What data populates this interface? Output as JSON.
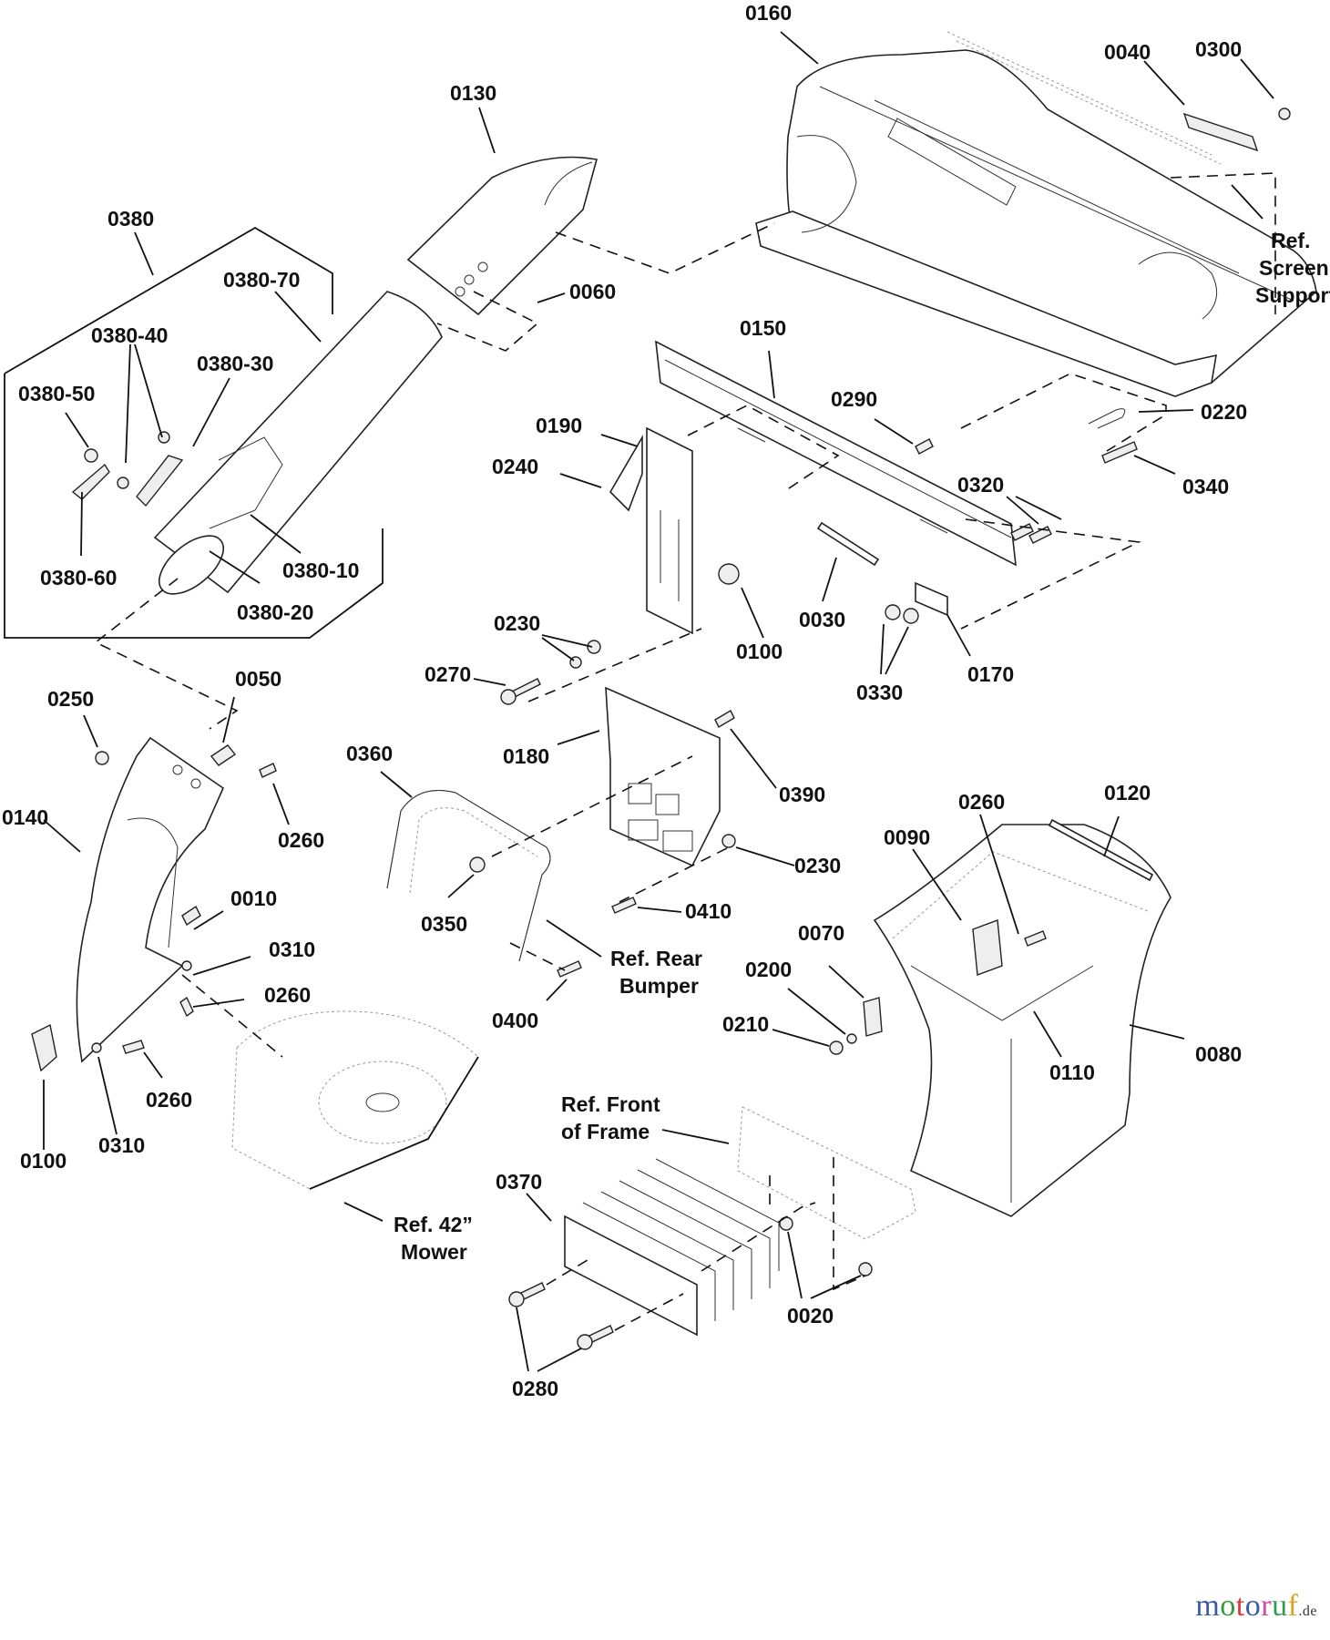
{
  "diagram": {
    "type": "exploded-parts-diagram",
    "subject": "Rear bagger / grass catcher assembly",
    "callouts": [
      {
        "id": "0160",
        "part": "bagger-top-cover"
      },
      {
        "id": "0040",
        "part": "latch-bracket"
      },
      {
        "id": "0300",
        "part": "nut"
      },
      {
        "id": "0130",
        "part": "chute-elbow"
      },
      {
        "id": "0060",
        "part": "screw"
      },
      {
        "id": "0380",
        "part": "chute-tube-assembly"
      },
      {
        "id": "0380-70",
        "part": "chute-tube"
      },
      {
        "id": "0380-40",
        "part": "nut"
      },
      {
        "id": "0380-30",
        "part": "bracket"
      },
      {
        "id": "0380-50",
        "part": "nut"
      },
      {
        "id": "0380-60",
        "part": "latch"
      },
      {
        "id": "0380-10",
        "part": "screw"
      },
      {
        "id": "0380-20",
        "part": "screw"
      },
      {
        "id": "0150",
        "part": "mounting-rail"
      },
      {
        "id": "0290",
        "part": "bolt"
      },
      {
        "id": "0220",
        "part": "hair-pin-clip"
      },
      {
        "id": "0340",
        "part": "pin"
      },
      {
        "id": "0190",
        "part": "upright-bracket"
      },
      {
        "id": "0240",
        "part": "nut"
      },
      {
        "id": "0320",
        "part": "bolt"
      },
      {
        "id": "0030",
        "part": "rod"
      },
      {
        "id": "0230",
        "part": "nut"
      },
      {
        "id": "0100",
        "part": "knob"
      },
      {
        "id": "0270",
        "part": "carriage-bolt"
      },
      {
        "id": "0330",
        "part": "nut"
      },
      {
        "id": "0170",
        "part": "bracket"
      },
      {
        "id": "0250",
        "part": "nut"
      },
      {
        "id": "0050",
        "part": "latch"
      },
      {
        "id": "0140",
        "part": "discharge-chute"
      },
      {
        "id": "0260",
        "part": "screw"
      },
      {
        "id": "0360",
        "part": "bumper-frame"
      },
      {
        "id": "0180",
        "part": "hitch-plate"
      },
      {
        "id": "0390",
        "part": "bolt"
      },
      {
        "id": "0120",
        "part": "rod"
      },
      {
        "id": "0090",
        "part": "bag-clip"
      },
      {
        "id": "0010",
        "part": "wing-nut"
      },
      {
        "id": "0310",
        "part": "washer"
      },
      {
        "id": "0350",
        "part": "nut"
      },
      {
        "id": "0410",
        "part": "screw"
      },
      {
        "id": "0070",
        "part": "hinge"
      },
      {
        "id": "0200",
        "part": "washer"
      },
      {
        "id": "0210",
        "part": "nut"
      },
      {
        "id": "0400",
        "part": "screw"
      },
      {
        "id": "0080",
        "part": "bag"
      },
      {
        "id": "0110",
        "part": "bag-frame"
      },
      {
        "id": "0370",
        "part": "weight-plates"
      },
      {
        "id": "0020",
        "part": "nut"
      },
      {
        "id": "0280",
        "part": "carriage-bolt"
      }
    ],
    "labels": {
      "l0160": "0160",
      "l0040": "0040",
      "l0300": "0300",
      "l0130": "0130",
      "l0060": "0060",
      "l0380": "0380",
      "l0380_70": "0380-70",
      "l0380_40": "0380-40",
      "l0380_30": "0380-30",
      "l0380_50": "0380-50",
      "l0380_60": "0380-60",
      "l0380_10": "0380-10",
      "l0380_20": "0380-20",
      "l0150": "0150",
      "l0290": "0290",
      "l0220": "0220",
      "l0340": "0340",
      "l0190": "0190",
      "l0240": "0240",
      "l0320": "0320",
      "l0030": "0030",
      "l0230a": "0230",
      "l0100a": "0100",
      "l0270": "0270",
      "l0330": "0330",
      "l0170": "0170",
      "l0250": "0250",
      "l0050": "0050",
      "l0140": "0140",
      "l0260a": "0260",
      "l0360": "0360",
      "l0180": "0180",
      "l0390": "0390",
      "l0120": "0120",
      "l0260b": "0260",
      "l0090": "0090",
      "l0010": "0010",
      "l0230b": "0230",
      "l0310a": "0310",
      "l0260c": "0260",
      "l0350": "0350",
      "l0410": "0410",
      "l0070": "0070",
      "l0200": "0200",
      "l0210": "0210",
      "l0400": "0400",
      "l0080": "0080",
      "l0110": "0110",
      "l0260d": "0260",
      "l0100b": "0100",
      "l0310b": "0310",
      "l0370": "0370",
      "l0020": "0020",
      "l0280": "0280"
    },
    "references": {
      "screen_support": [
        "Ref.",
        "Screen",
        "Support"
      ],
      "rear_bumper": [
        "Ref. Rear",
        "Bumper"
      ],
      "front_of_frame": [
        "Ref. Front",
        "of Frame"
      ],
      "mower": [
        "Ref. 42”",
        "Mower"
      ]
    }
  },
  "watermark": {
    "letters": [
      "m",
      "o",
      "t",
      "o",
      "r",
      "u",
      "f"
    ],
    "colors": [
      "#3b5ba9",
      "#3a9a3a",
      "#d93a3a",
      "#3b5ba9",
      "#d94a9a",
      "#2f9f4f",
      "#e0a020"
    ],
    "tld": ".de"
  }
}
